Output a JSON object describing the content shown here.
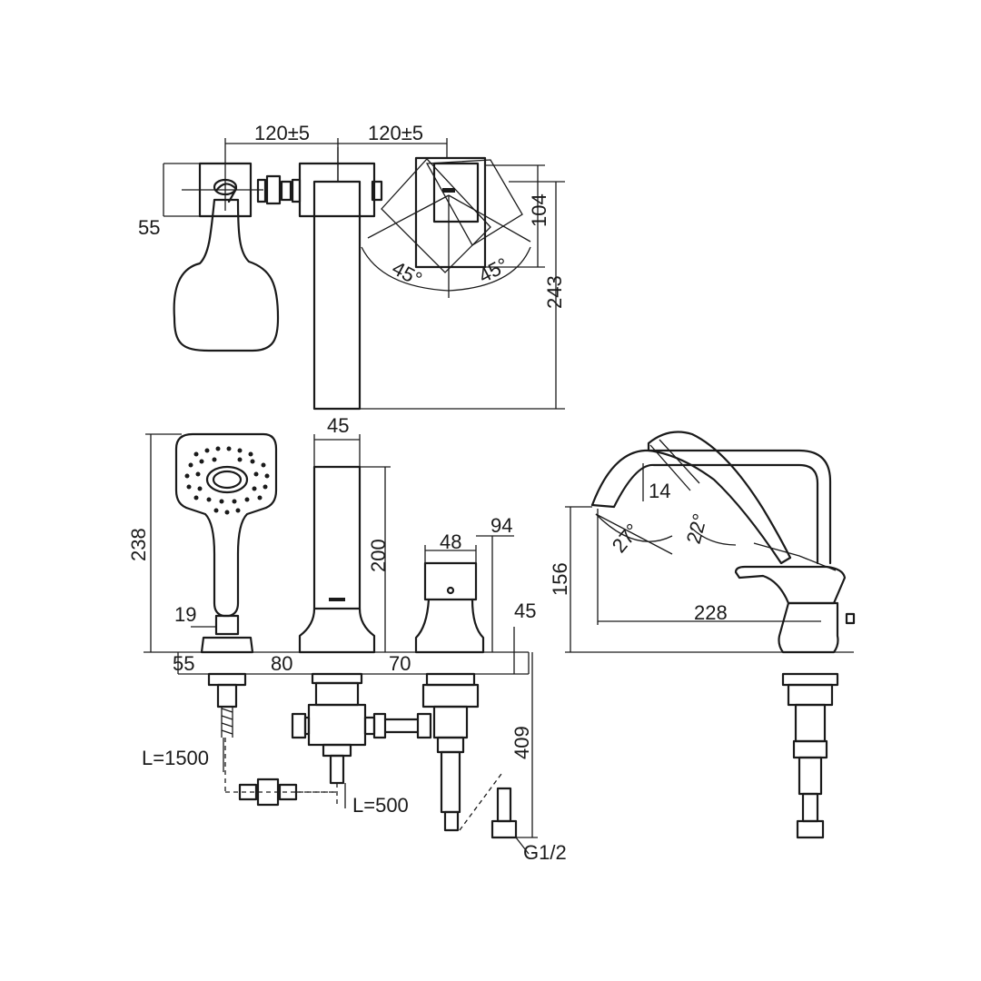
{
  "dimensions": {
    "top_spacing_left": "120±5",
    "top_spacing_right": "120±5",
    "hand_shower_depth": "55",
    "handle_depth": "104",
    "total_depth": "243",
    "angle_left": "45°",
    "angle_right": "45°",
    "spout_width": "45",
    "hand_shower_height": "238",
    "spout_height": "200",
    "handle_width": "48",
    "handle_height": "94",
    "hose_base": "19",
    "deck_thickness": "45",
    "base_a": "55",
    "base_b": "80",
    "base_c": "70",
    "hose_length": "L=1500",
    "connector_length": "L=500",
    "supply_length": "409",
    "thread": "G1/2",
    "spout_drop": "14",
    "angle_spout": "27°",
    "angle_lever": "22°",
    "side_height": "156",
    "reach": "228"
  }
}
